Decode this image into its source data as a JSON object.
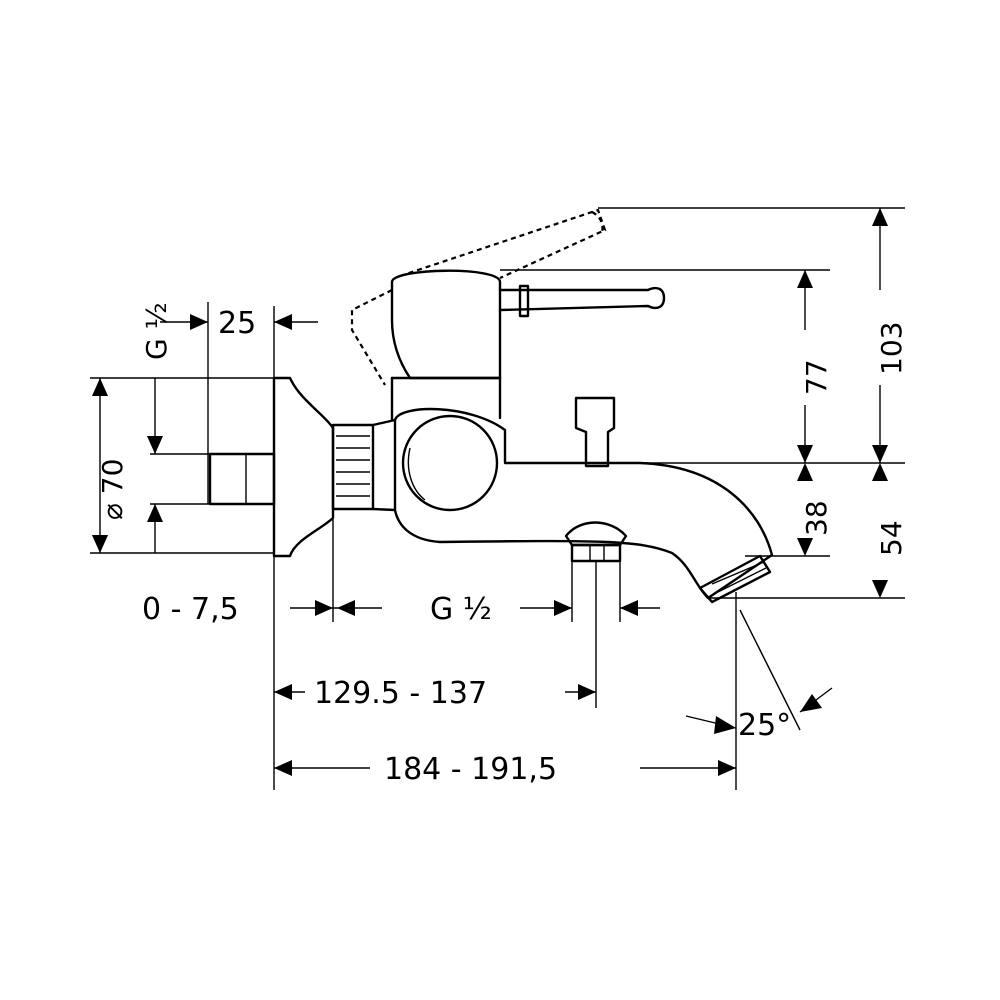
{
  "dimensions": {
    "g_left": "G ½",
    "d25": "25",
    "d70": "⌀ 70",
    "d0_75": "0 - 7,5",
    "g_bottom": "G ½",
    "d129": "129.5 - 137",
    "d184": "184 - 191,5",
    "d25deg": "25°",
    "d77": "77",
    "d103": "103",
    "d38": "38",
    "d54": "54"
  }
}
